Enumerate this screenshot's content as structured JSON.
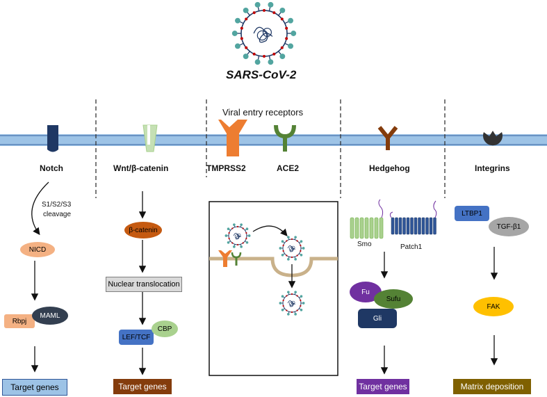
{
  "virus_title": "SARS-CoV-2",
  "viral_entry_title": "Viral entry receptors",
  "pathways": {
    "notch": {
      "title": "Notch",
      "cleavage_line1": "S1/S2/S3",
      "cleavage_line2": "cleavage",
      "nicd": "NICD",
      "maml": "MAML",
      "rbpj": "Rbpj",
      "target": "Target genes"
    },
    "wnt": {
      "title": "Wnt/β-catenin",
      "beta_catenin": "β-catenin",
      "nuclear_translocation": "Nuclear translocation",
      "lef_tcf": "LEF/TCF",
      "cbp": "CBP",
      "target": "Target genes"
    },
    "viral": {
      "tmprss2": "TMPRSS2",
      "ace2": "ACE2"
    },
    "hedgehog": {
      "title": "Hedgehog",
      "smo": "Smo",
      "patch1": "Patch1",
      "fu": "Fu",
      "sufu": "Sufu",
      "gli": "Gli",
      "target": "Target genes"
    },
    "integrins": {
      "title": "Integrins",
      "ltbp1": "LTBP1",
      "tgfb1": "TGF-β1",
      "fak": "FAK",
      "target": "Matrix deposition"
    }
  },
  "colors": {
    "membrane": "#9dc3e6",
    "membrane_line": "#6a93c4",
    "notch_receptor": "#1f3864",
    "wnt_receptor": "#c5e0b4",
    "tmprss2": "#ed7d31",
    "ace2": "#548235",
    "hedgehog_receptor": "#843c0c",
    "integrin_receptor": "#333333",
    "nicd": "#f4b183",
    "maml": "#333f50",
    "rbpj": "#f4b183",
    "notch_target_bg": "#9dc3e6",
    "beta_catenin": "#c55a11",
    "nuclear_bg": "#d9d9d9",
    "lef_tcf": "#4472c4",
    "cbp": "#a9d18e",
    "wnt_target_bg": "#843c0c",
    "fu": "#7030a0",
    "sufu": "#548235",
    "gli": "#1f3864",
    "hedgehog_target_bg": "#7030a0",
    "ltbp1": "#4472c4",
    "tgfb1": "#a6a6a6",
    "fak": "#ffc000",
    "integrin_target_bg": "#7f6000",
    "virus_spike": "#52a5a0",
    "virus_dot": "#c00000",
    "virus_body": "#1f3864"
  }
}
